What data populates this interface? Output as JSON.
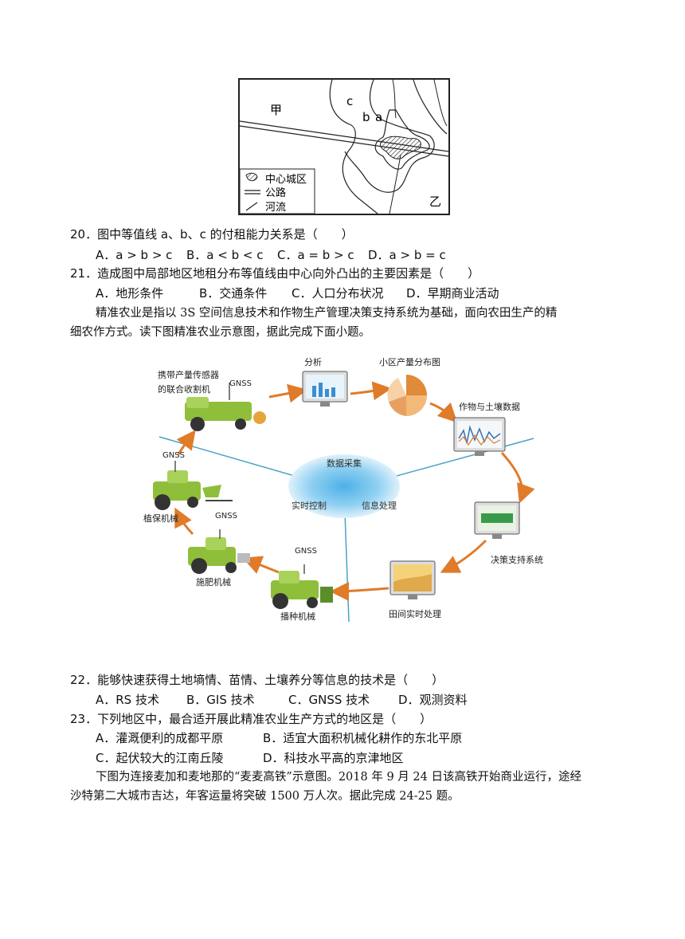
{
  "map": {
    "label_jia": "甲",
    "label_yi": "乙",
    "label_c": "c",
    "label_b": "b",
    "label_a": "a",
    "legend": {
      "city": "中心城区",
      "road": "公路",
      "river": "河流"
    }
  },
  "q20": {
    "stem": "20．图中等值线 a、b、c 的付租能力关系是（　　）",
    "options": [
      "A．a > b > c",
      "B．a < b < c",
      "C．a = b > c",
      "D．a > b = c"
    ]
  },
  "q21": {
    "stem": "21．造成图中局部地区地租分布等值线由中心向外凸出的主要因素是（　　）",
    "options": [
      "A．地形条件",
      "B．交通条件",
      "C．人口分布状况",
      "D．早期商业活动"
    ]
  },
  "passage1": {
    "line1": "精准农业是指以 3S 空间信息技术和作物生产管理决策支持系统为基础，面向农田生产的精",
    "line2": "细农作方式。读下图精准农业示意图，据此完成下面小题。"
  },
  "diagram": {
    "center_top": "数据采集",
    "center_left": "实时控制",
    "center_right": "信息处理",
    "analysis": "分析",
    "yield_map": "小区产量分布图",
    "crop_soil": "作物与土壤数据",
    "decision": "决策支持系统",
    "field_processing": "田间实时处理",
    "seeder": "播种机械",
    "fertilizer": "施肥机械",
    "plant_protection": "植保机械",
    "harvester_line1": "携带产量传感器",
    "harvester_line2": "的联合收割机",
    "gnss": "GNSS"
  },
  "q22": {
    "stem": "22．能够快速获得土地墒情、苗情、土壤养分等信息的技术是（　　）",
    "options": [
      "A．RS 技术",
      "B．GIS 技术",
      "C．GNSS 技术",
      "D．观测资料"
    ]
  },
  "q23": {
    "stem": "23．下列地区中，最合适开展此精准农业生产方式的地区是（　　）",
    "options": [
      "A．灌溉便利的成都平原",
      "B．适宜大面积机械化耕作的东北平原",
      "C．起伏较大的江南丘陵",
      "D．科技水平高的京津地区"
    ]
  },
  "passage2": {
    "line1": "下图为连接麦加和麦地那的“麦麦高铁”示意图。2018 年 9 月 24 日该高铁开始商业运行，途经",
    "line2": "沙特第二大城市吉达，年客运量将突破 1500 万人次。据此完成 24-25 题。"
  },
  "colors": {
    "arrow": "#e07b2a",
    "tractor": "#8fbf3a",
    "center": "#7fc4ec",
    "divider": "#4aa3c8"
  }
}
